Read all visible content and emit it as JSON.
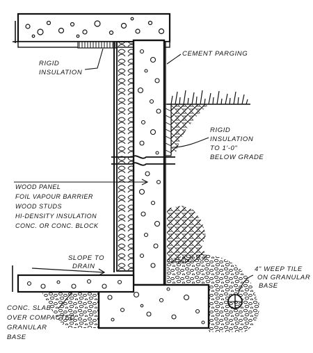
{
  "labels": {
    "rigid_insulation_top": [
      "Rigid",
      "Insulation"
    ],
    "cement_parging": "Cement Parging",
    "rigid_insulation_below_grade": [
      "Rigid",
      "Insulation",
      "to 1'-0\"",
      "below grade"
    ],
    "wall_layers": [
      "Wood Panel",
      "Foil Vapour Barrier",
      "Wood Studs",
      "Hi-Density Insulation",
      "Conc. or Conc. Block"
    ],
    "slope_to_drain": [
      "Slope to",
      "Drain"
    ],
    "weep_tile": [
      "4\" Weep Tile",
      "on Granular",
      "Base"
    ],
    "slab": [
      "Conc. Slab",
      "over Compacted",
      "Granular",
      "Base"
    ]
  }
}
